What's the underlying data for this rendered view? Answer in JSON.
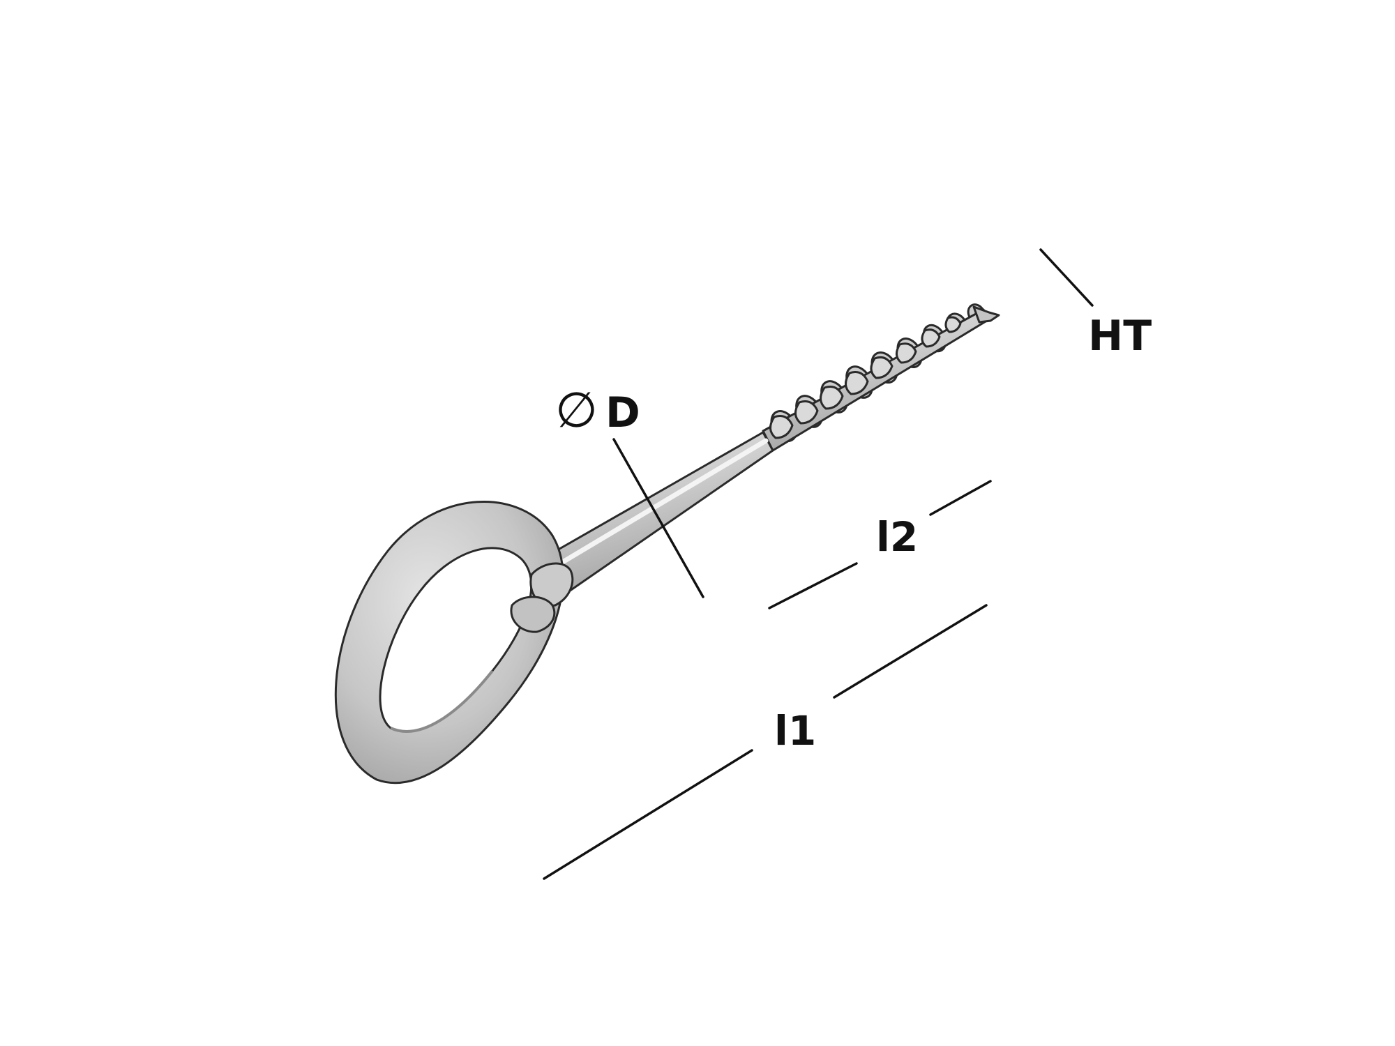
{
  "labels": {
    "diameter_symbol": "∅",
    "diameter": "D",
    "thread_type": "HT",
    "thread_length": "l2",
    "total_length": "l1"
  },
  "colors": {
    "metal": "#c8c8c8",
    "metal_light": "#e2e2e2",
    "metal_dark": "#9e9e9e",
    "outline": "#2a2a2a",
    "line": "#111111"
  },
  "icons": {
    "part": "screw-eye-icon"
  }
}
